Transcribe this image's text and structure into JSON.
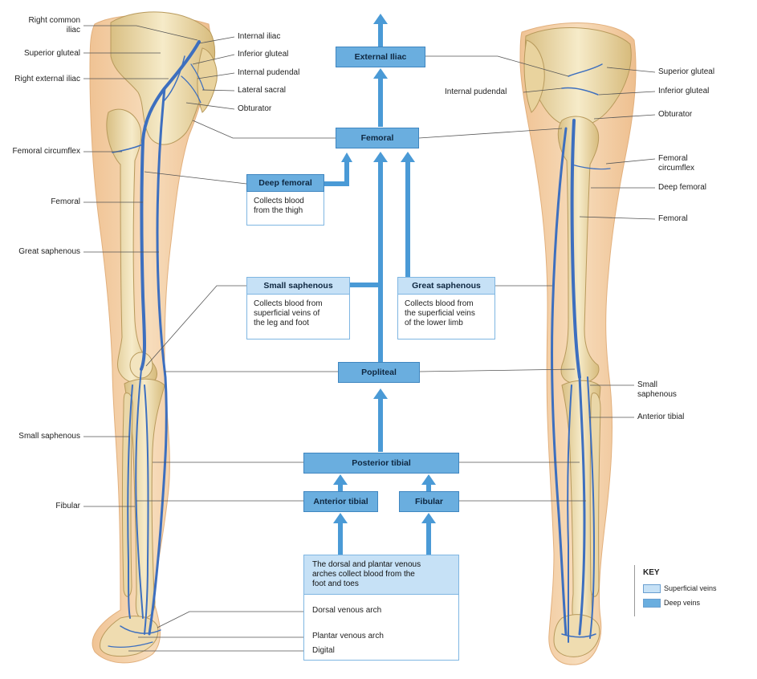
{
  "left_labels": [
    {
      "text": "Right common\niliac"
    },
    {
      "text": "Superior gluteal"
    },
    {
      "text": "Right external iliac"
    },
    {
      "text": "Femoral circumflex"
    },
    {
      "text": "Femoral"
    },
    {
      "text": "Great saphenous"
    },
    {
      "text": "Small saphenous"
    },
    {
      "text": "Fibular"
    }
  ],
  "left_side_labels": [
    {
      "text": "Internal iliac"
    },
    {
      "text": "Inferior gluteal"
    },
    {
      "text": "Internal pudendal"
    },
    {
      "text": "Lateral sacral"
    },
    {
      "text": "Obturator"
    }
  ],
  "right_labels": [
    {
      "text": "Superior gluteal"
    },
    {
      "text": "Inferior gluteal"
    },
    {
      "text": "Obturator"
    },
    {
      "text": "Femoral\ncircumflex"
    },
    {
      "text": "Deep femoral"
    },
    {
      "text": "Femoral"
    },
    {
      "text": "Small\nsaphenous"
    },
    {
      "text": "Anterior tibial"
    }
  ],
  "right_inner_label": "Internal pudendal",
  "flow": {
    "external_iliac": "External Iliac",
    "femoral": "Femoral",
    "deep_femoral": "Deep femoral",
    "deep_femoral_desc": "Collects blood\nfrom the thigh",
    "small_saphenous": "Small saphenous",
    "small_saphenous_desc": "Collects blood from\nsuperficial veins of\nthe leg and foot",
    "great_saphenous": "Great saphenous",
    "great_saphenous_desc": "Collects blood from\nthe superficial veins\nof the lower limb",
    "popliteal": "Popliteal",
    "posterior_tibial": "Posterior tibial",
    "anterior_tibial": "Anterior tibial",
    "fibular": "Fibular",
    "arches_desc": "The dorsal and plantar venous\narches collect blood from the\nfoot and toes",
    "arches_items": [
      "Dorsal venous arch",
      "Plantar venous arch",
      "Digital"
    ]
  },
  "key": {
    "title": "KEY",
    "superficial": "Superficial veins",
    "deep": "Deep veins",
    "superficial_color": "#c6e1f6",
    "deep_color": "#6aaedf"
  },
  "colors": {
    "arrow": "#4a9ad6",
    "skin": "#f4d2a8",
    "bone": "#ead7a8",
    "vein": "#3d6fbf",
    "leader": "#555555"
  }
}
